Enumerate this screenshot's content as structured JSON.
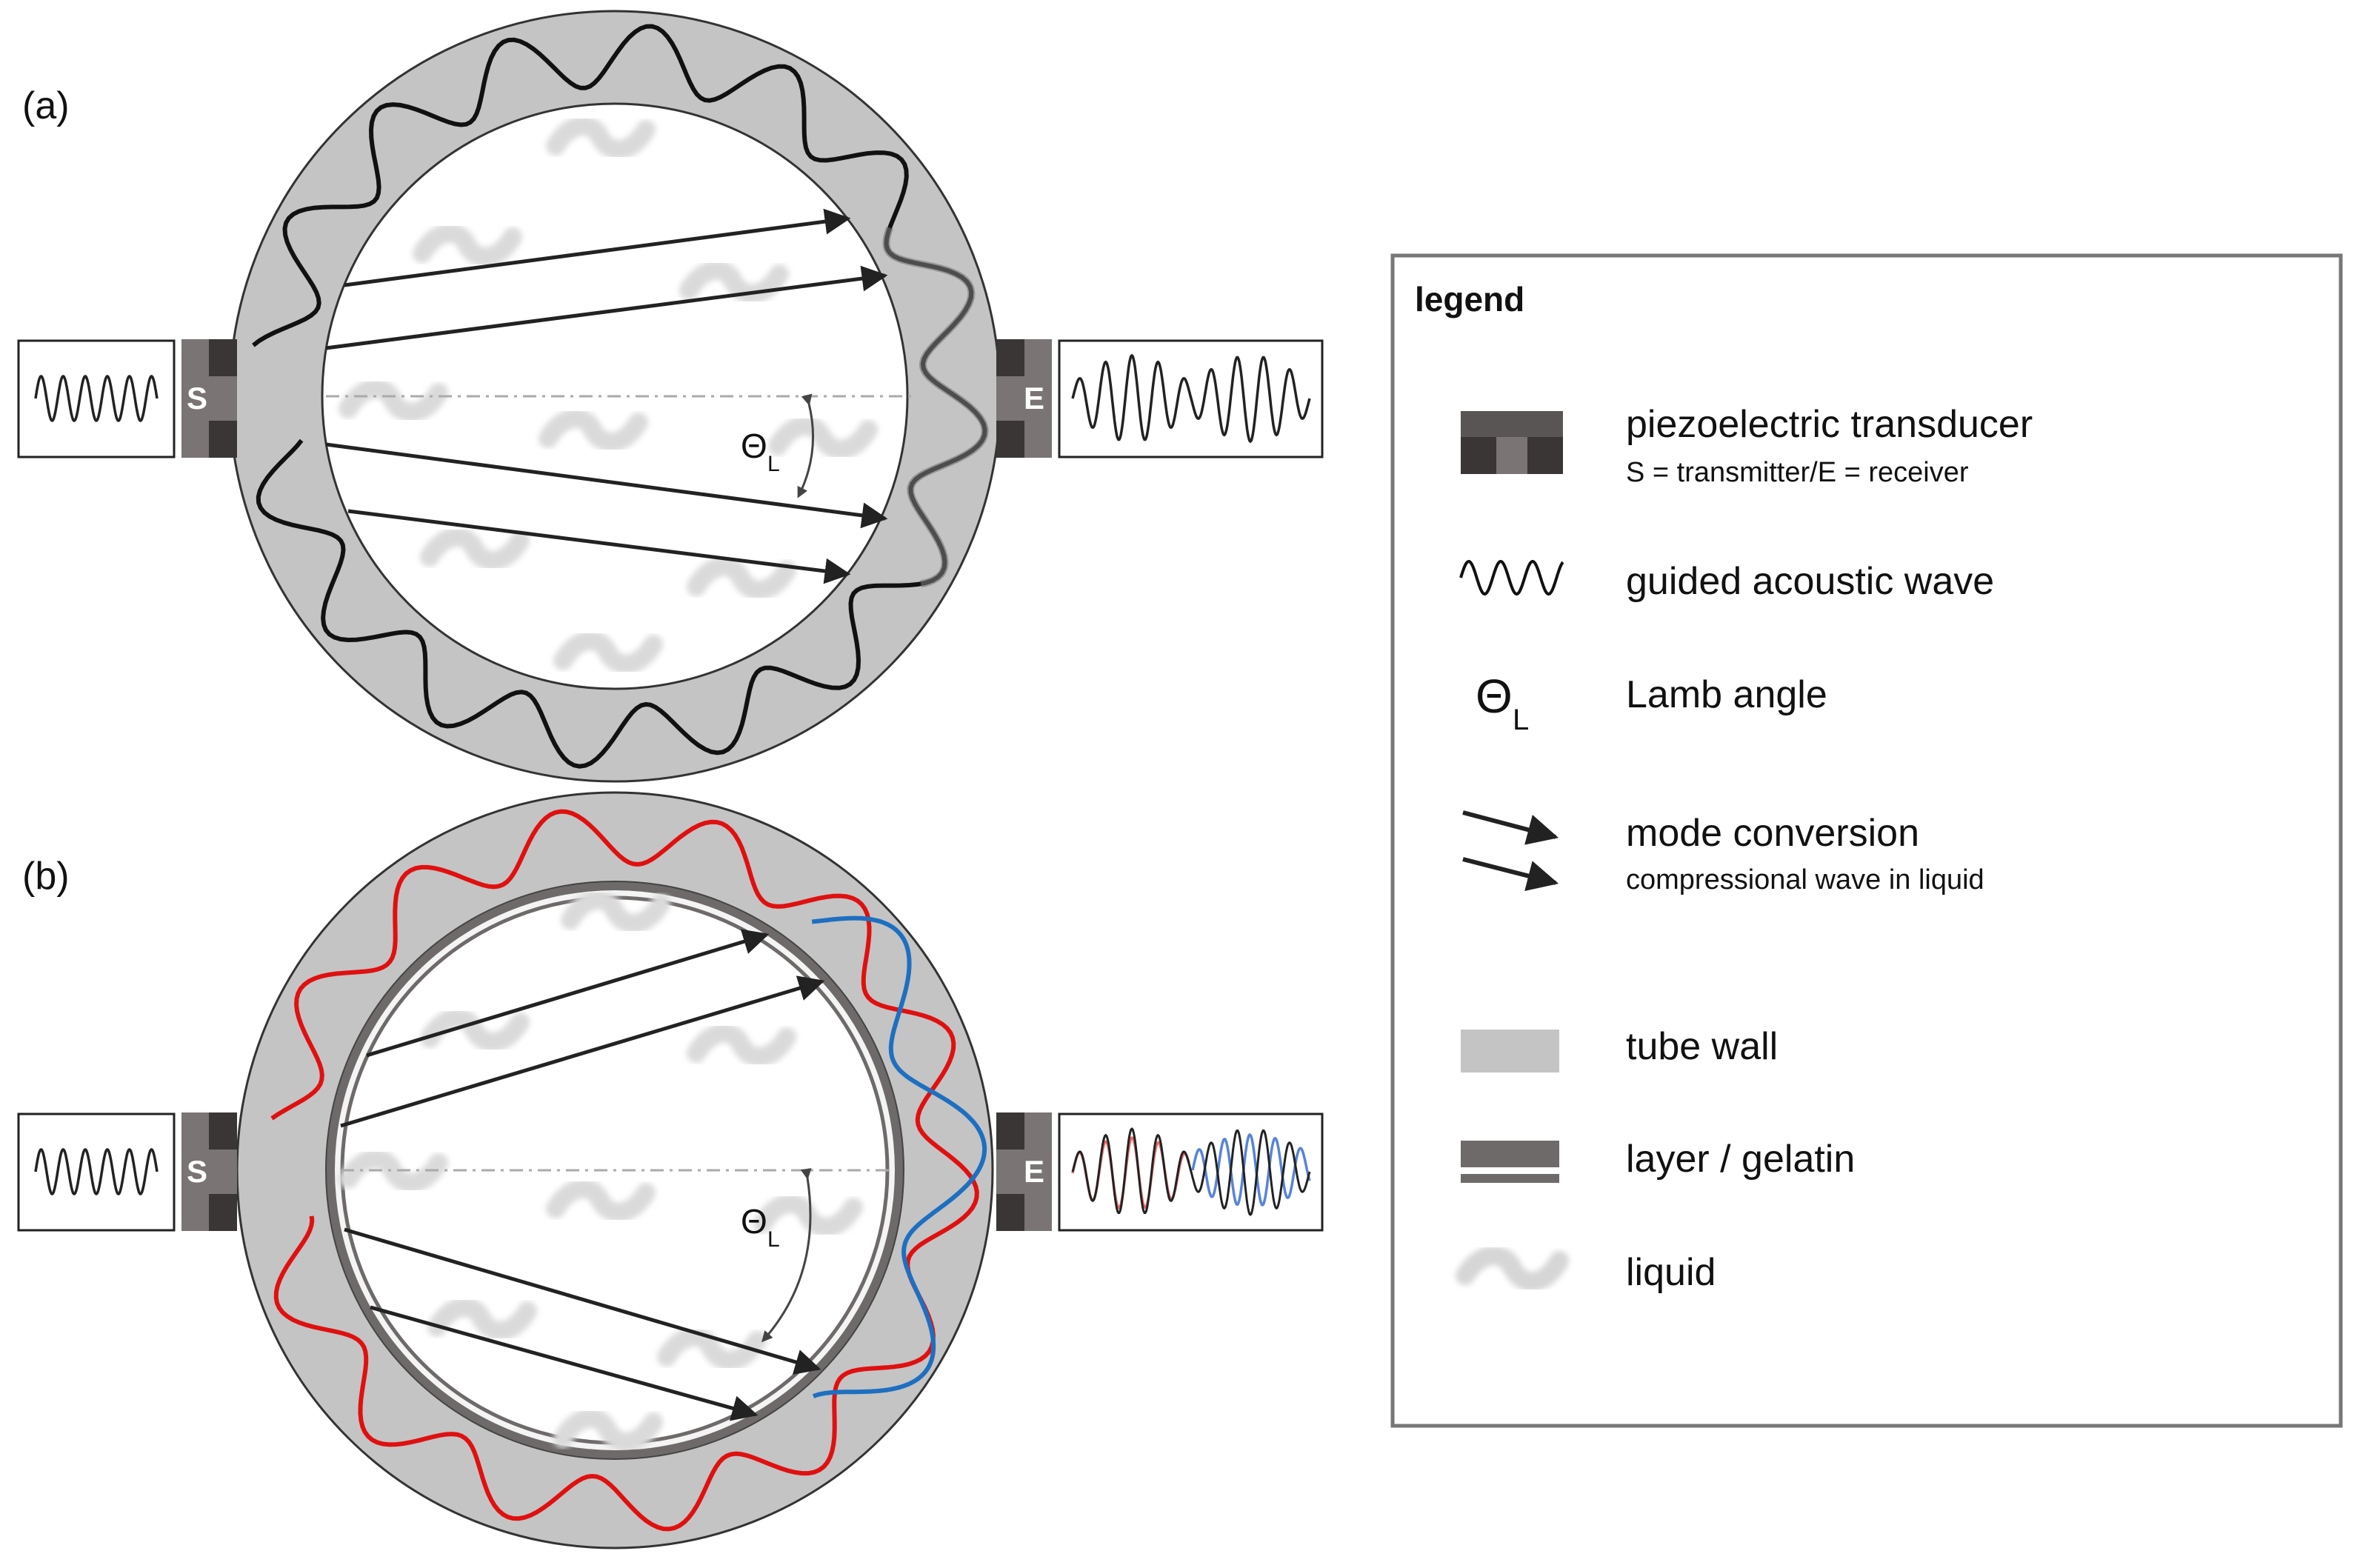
{
  "panels": {
    "a_label": "(a)",
    "b_label": "(b)"
  },
  "transducer": {
    "sender_letter": "S",
    "receiver_letter": "E"
  },
  "angle": {
    "symbol": "Θ",
    "subscript": "L"
  },
  "legend": {
    "title": "legend",
    "items": [
      {
        "icon": "piezoelectric-transducer-icon",
        "label": "piezoelectric transducer",
        "sublabel": "S = transmitter/E = receiver"
      },
      {
        "icon": "guided-wave-icon",
        "label": "guided acoustic wave"
      },
      {
        "icon": "lamb-angle-icon",
        "label": "Lamb angle"
      },
      {
        "icon": "mode-conversion-icon",
        "label": "mode conversion",
        "sublabel": "compressional wave in liquid"
      },
      {
        "icon": "tube-wall-icon",
        "label": "tube wall"
      },
      {
        "icon": "layer-gelatin-icon",
        "label": "layer / gelatin"
      },
      {
        "icon": "liquid-icon",
        "label": "liquid"
      }
    ]
  },
  "colors": {
    "tube_wall": "#c4c4c4",
    "layer": "#6f6a6a",
    "transducer_dark": "#3a3636",
    "transducer_mid": "#7a7474",
    "wave_a": "#111111",
    "wave_red": "#e01010",
    "wave_blue": "#1e6fc0",
    "liquid": "#d8d8d8"
  }
}
